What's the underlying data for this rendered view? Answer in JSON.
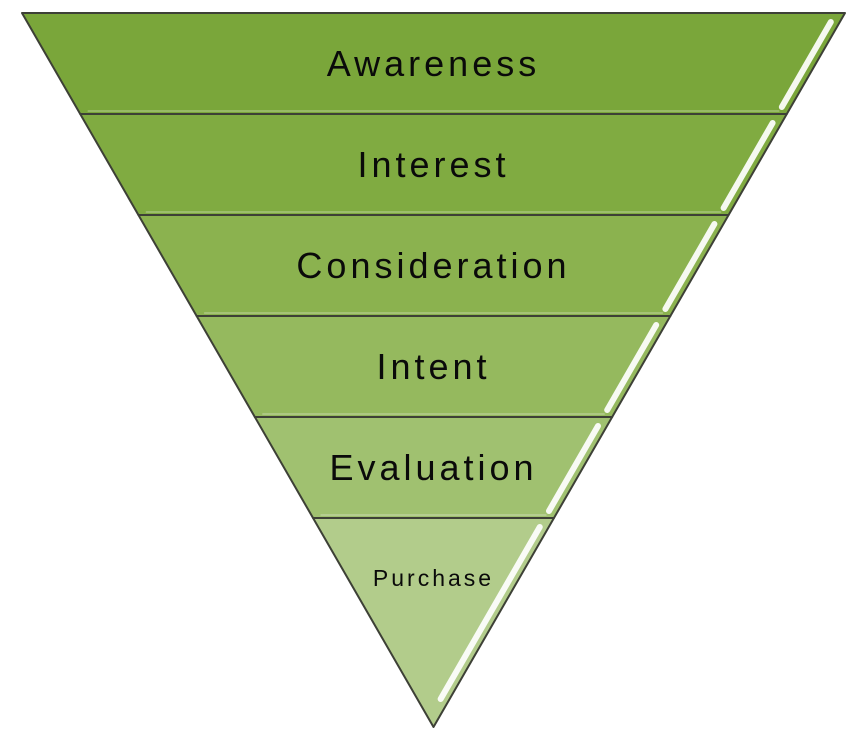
{
  "diagram": {
    "type": "inverted-pyramid-funnel",
    "background_color": "#ffffff",
    "outline_color": "#3d4036",
    "highlight_color": "#ffffff",
    "text_color": "#0a0a0a",
    "levels": [
      {
        "label": "Awareness",
        "fill": "#7aa63a"
      },
      {
        "label": "Interest",
        "fill": "#80ab41"
      },
      {
        "label": "Consideration",
        "fill": "#8bb24f"
      },
      {
        "label": "Intent",
        "fill": "#95b95e"
      },
      {
        "label": "Evaluation",
        "fill": "#a0c170"
      },
      {
        "label": "Purchase",
        "fill": "#b2cc8b"
      }
    ]
  }
}
